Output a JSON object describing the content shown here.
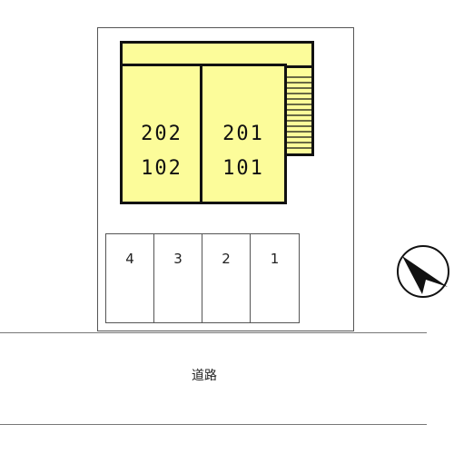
{
  "units": {
    "left": {
      "upper": "202",
      "lower": "102"
    },
    "right": {
      "upper": "201",
      "lower": "101"
    }
  },
  "parking": [
    {
      "label": "4"
    },
    {
      "label": "3"
    },
    {
      "label": "2"
    },
    {
      "label": "1"
    }
  ],
  "road": {
    "label": "道路"
  },
  "colors": {
    "building_fill": "#fcfc9a",
    "outline": "#111111"
  },
  "icons": {
    "compass": "north-arrow-icon"
  }
}
